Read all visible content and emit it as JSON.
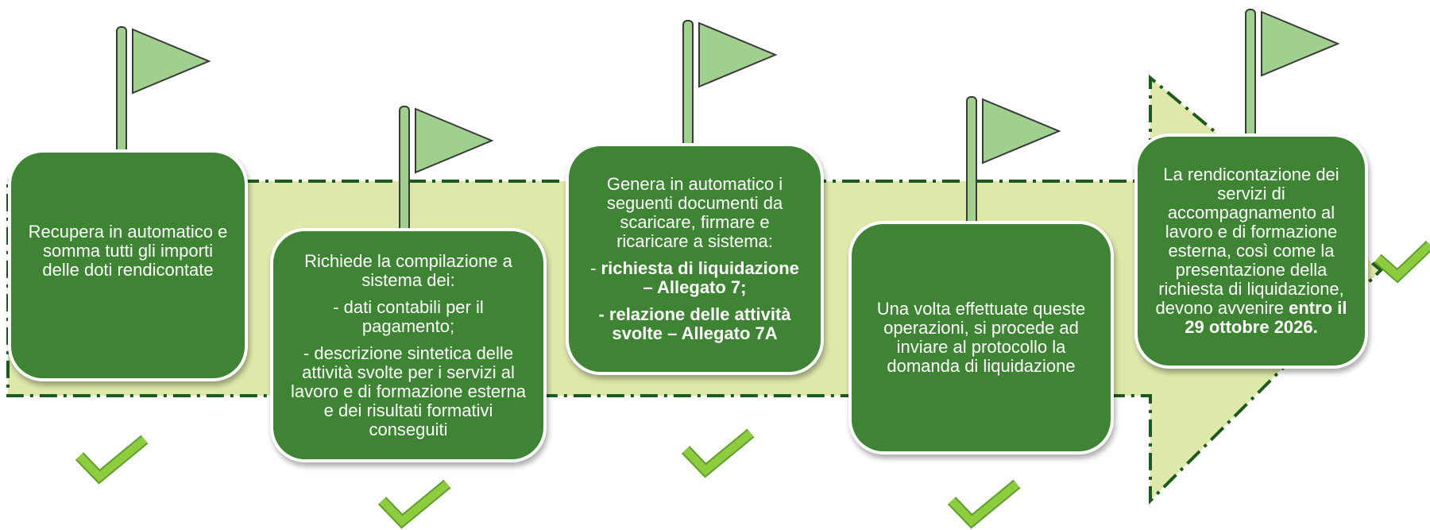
{
  "colors": {
    "box_fill": "#3f8434",
    "arrow_fill": "#dfe8ab",
    "arrow_border": "#1e5a1e",
    "flag_fill": "#9fd08e",
    "check_fill": "#8ccc3e"
  },
  "steps": [
    {
      "paragraphs": [
        {
          "text": "Recupera in automatico e somma tutti gli importi delle doti rendicontate"
        }
      ]
    },
    {
      "paragraphs": [
        {
          "text": "Richiede la compilazione a sistema dei:"
        },
        {
          "text": "- dati contabili per il pagamento;"
        },
        {
          "text": "- descrizione sintetica delle attività svolte per i servizi al lavoro  e di formazione esterna e dei risultati formativi conseguiti"
        }
      ]
    },
    {
      "paragraphs": [
        {
          "text": "Genera in automatico i seguenti documenti da scaricare, firmare e ricaricare a sistema:"
        },
        {
          "prefix": "- ",
          "bold": "richiesta di liquidazione – Allegato 7;"
        },
        {
          "bold": "- relazione delle attività svolte – Allegato 7A"
        }
      ]
    },
    {
      "paragraphs": [
        {
          "text": "Una volta effettuate queste operazioni, si procede ad inviare al protocollo la domanda di liquidazione"
        }
      ]
    },
    {
      "paragraphs": [
        {
          "text": "La rendicontazione dei servizi di accompagnamento al lavoro e di formazione esterna, così come la presentazione della richiesta di liquidazione, devono avvenire ",
          "bold": "entro il 29 ottobre 2026."
        }
      ]
    }
  ]
}
